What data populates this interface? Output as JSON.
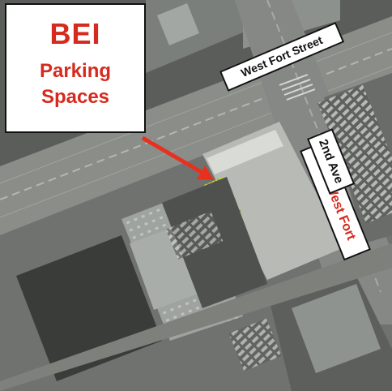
{
  "callout": {
    "logo_text": "BEI",
    "line1": "Parking",
    "line2": "Spaces"
  },
  "labels": {
    "street": "West Fort Street",
    "building": "601 West Fort",
    "avenue": "2nd Ave"
  },
  "colors": {
    "brand_red": "#d62a1e",
    "parking_highlight": "#c8d43a",
    "arrow": "#e8301f"
  }
}
